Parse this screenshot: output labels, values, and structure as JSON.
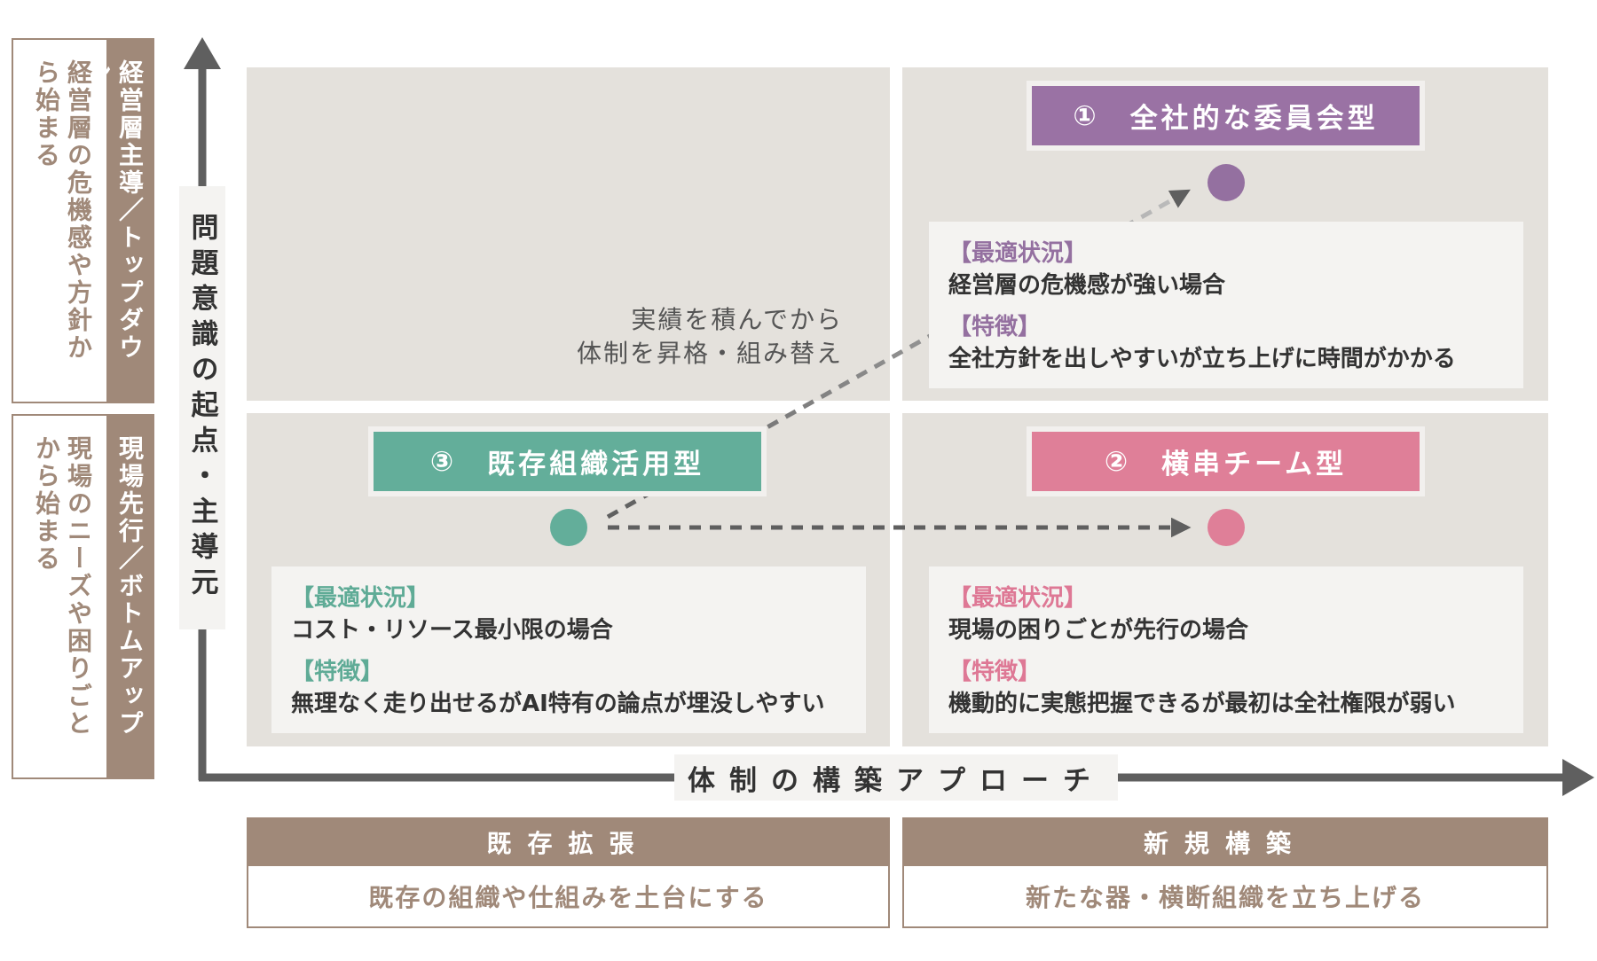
{
  "colors": {
    "quadrant_bg": "#e4e1dc",
    "committee": "#9a72a4",
    "cross_team": "#df7f98",
    "existing_org": "#63ae9a",
    "brown_label": "#a08979",
    "axis": "#5f5f5f"
  },
  "y_axis": {
    "title": "問題意識の起点・主導元"
  },
  "x_axis": {
    "title": "体制の構築アプローチ"
  },
  "side_labels": {
    "top": {
      "heading": "経営層主導／トップダウン",
      "description": "経営層の危機感や方針から始まる"
    },
    "bottom": {
      "heading": "現場先行／ボトムアップ",
      "description": "現場のニーズや困りごとから始まる"
    }
  },
  "bottom_labels": {
    "left": {
      "heading": "既存拡張",
      "description": "既存の組織や仕組みを土台にする"
    },
    "right": {
      "heading": "新規構築",
      "description": "新たな器・横断組織を立ち上げる"
    }
  },
  "types": {
    "committee": {
      "number": "①",
      "label": "全社的な委員会型",
      "situation_tag": "【最適状況】",
      "situation": "経営層の危機感が強い場合",
      "feature_tag": "【特徴】",
      "feature": "全社方針を出しやすいが立ち上げに時間がかかる"
    },
    "cross_team": {
      "number": "②",
      "label": "横串チーム型",
      "situation_tag": "【最適状況】",
      "situation": "現場の困りごとが先行の場合",
      "feature_tag": "【特徴】",
      "feature": "機動的に実態把握できるが最初は全社権限が弱い"
    },
    "existing_org": {
      "number": "③",
      "label": "既存組織活用型",
      "situation_tag": "【最適状況】",
      "situation": "コスト・リソース最小限の場合",
      "feature_tag": "【特徴】",
      "feature": "無理なく走り出せるがAI特有の論点が埋没しやすい"
    }
  },
  "transition_note": {
    "line1": "実績を積んでから",
    "line2": "体制を昇格・組み替え"
  }
}
